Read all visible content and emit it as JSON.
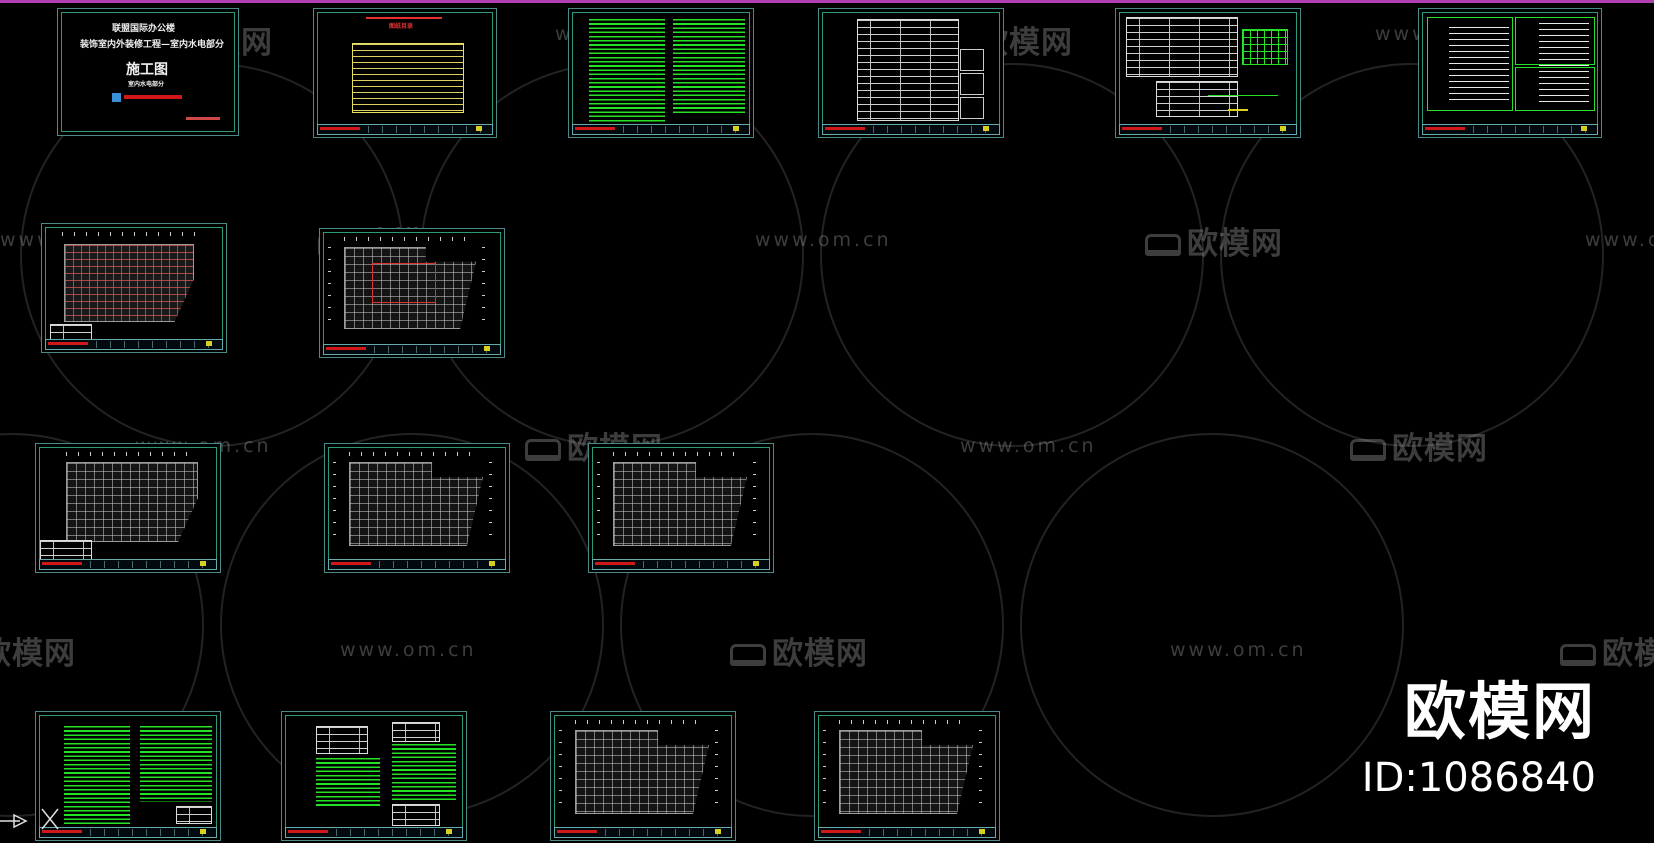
{
  "cover": {
    "line1": "联盟国际办公楼",
    "line2": "装饰室内外装修工程—室内水电部分",
    "title": "施工图",
    "subtitle": "室内水电部分"
  },
  "toc": {
    "heading": "图纸目录"
  },
  "watermark": {
    "brand": "欧模网",
    "url": "www.om.cn"
  },
  "brand": {
    "name": "欧模网",
    "id": "ID:1086840"
  },
  "colors": {
    "background": "#000000",
    "accent_top": "#b23fb2",
    "cad_green": "#26e226",
    "frame": "#4a8a8a"
  }
}
